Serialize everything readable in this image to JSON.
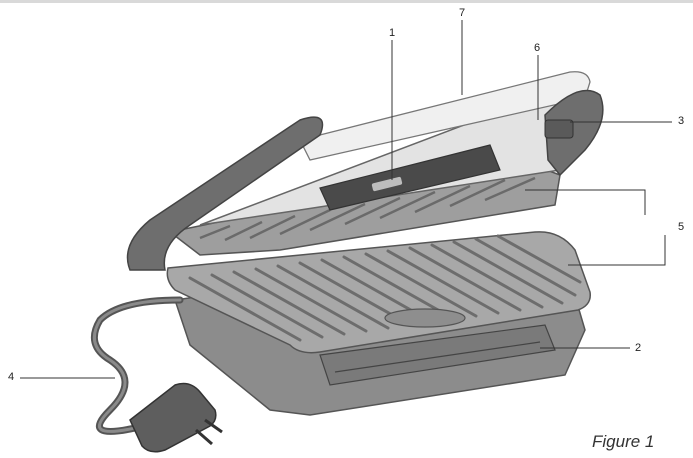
{
  "figure": {
    "caption": "Figure 1"
  },
  "callouts": [
    {
      "label": "1"
    },
    {
      "label": "2"
    },
    {
      "label": "3"
    },
    {
      "label": "4"
    },
    {
      "label": "5"
    },
    {
      "label": "6"
    },
    {
      "label": "7"
    }
  ],
  "colors": {
    "body_dark": "#7a7a7a",
    "body_mid": "#9a9a9a",
    "plate": "#b3b3b3",
    "lid_silver": "#e6e6e6",
    "handle": "#6e6e6e",
    "leader_line": "#333333"
  }
}
